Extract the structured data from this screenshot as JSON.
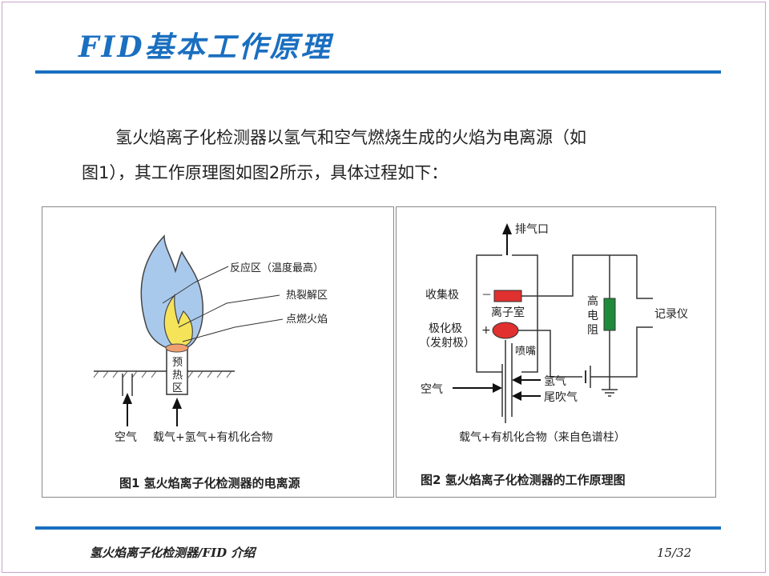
{
  "slide": {
    "title": "FID基本工作原理",
    "paragraph_line1": "氢火焰离子化检测器以氢气和空气燃烧生成的火焰为电离源（如",
    "paragraph_line2": "图1），其工作原理图如图2所示，具体过程如下：",
    "footer_left": "氢火焰离子化检测器/FID 介绍",
    "page_number": "15/32"
  },
  "figure1": {
    "caption": "图1  氢火焰离子化检测器的电离源",
    "label_reaction_zone": "反应区（温度最高）",
    "label_cracking_zone": "热裂解区",
    "label_ignition_flame": "点燃火焰",
    "label_preheat_1": "预",
    "label_preheat_2": "热",
    "label_preheat_3": "区",
    "label_air": "空气",
    "label_carrier": "载气+氢气+有机化合物",
    "colors": {
      "flame_outer": "#a9c9ec",
      "flame_inner": "#f5e35a",
      "flame_core": "#f0a070"
    }
  },
  "figure2": {
    "caption": "图2  氢火焰离子化检测器的工作原理图",
    "label_exhaust": "排气口",
    "label_collector": "收集极",
    "label_minus": "－",
    "label_ion_chamber": "离子室",
    "label_polarizer": "极化极",
    "label_emitter": "（发射极）",
    "label_plus": "+",
    "label_nozzle": "喷嘴",
    "label_air": "空气",
    "label_hydrogen": "氢气",
    "label_tail_gas": "尾吹气",
    "label_high_r_1": "高",
    "label_high_r_2": "电",
    "label_high_r_3": "阻",
    "label_recorder": "记录仪",
    "label_carrier": "载气+有机化合物（来自色谱柱）",
    "colors": {
      "collector": "#e03030",
      "polarizer": "#e03030",
      "resistor": "#1f8a3a"
    }
  },
  "theme": {
    "accent": "#1a6fc0",
    "border": "#c9a3c9"
  }
}
